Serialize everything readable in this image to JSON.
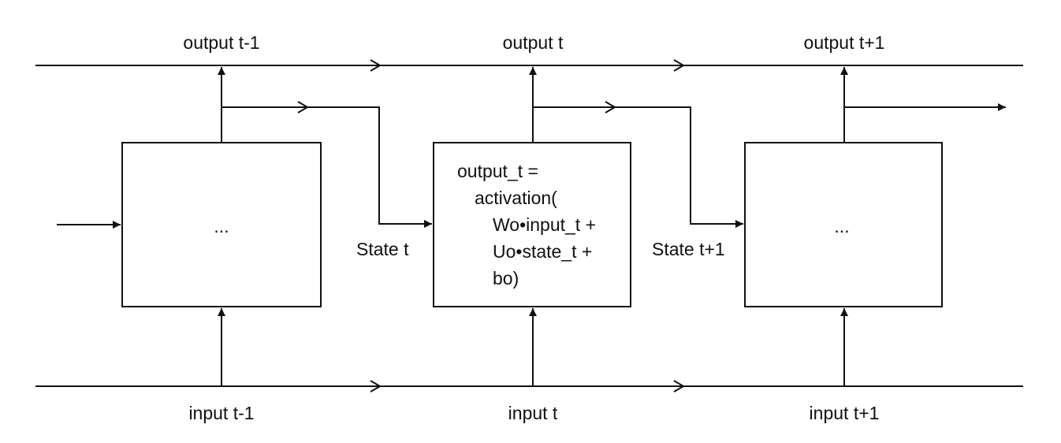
{
  "labels": {
    "output_prev": "output t-1",
    "output_curr": "output t",
    "output_next": "output t+1",
    "input_prev": "input t-1",
    "input_curr": "input t",
    "input_next": "input t+1",
    "state_curr": "State t",
    "state_next": "State t+1"
  },
  "cells": {
    "left_placeholder": "...",
    "right_placeholder": "...",
    "middle_formula": [
      "output_t =",
      "activation(",
      "Wo•input_t +",
      "Uo•state_t +",
      "bo)"
    ]
  }
}
